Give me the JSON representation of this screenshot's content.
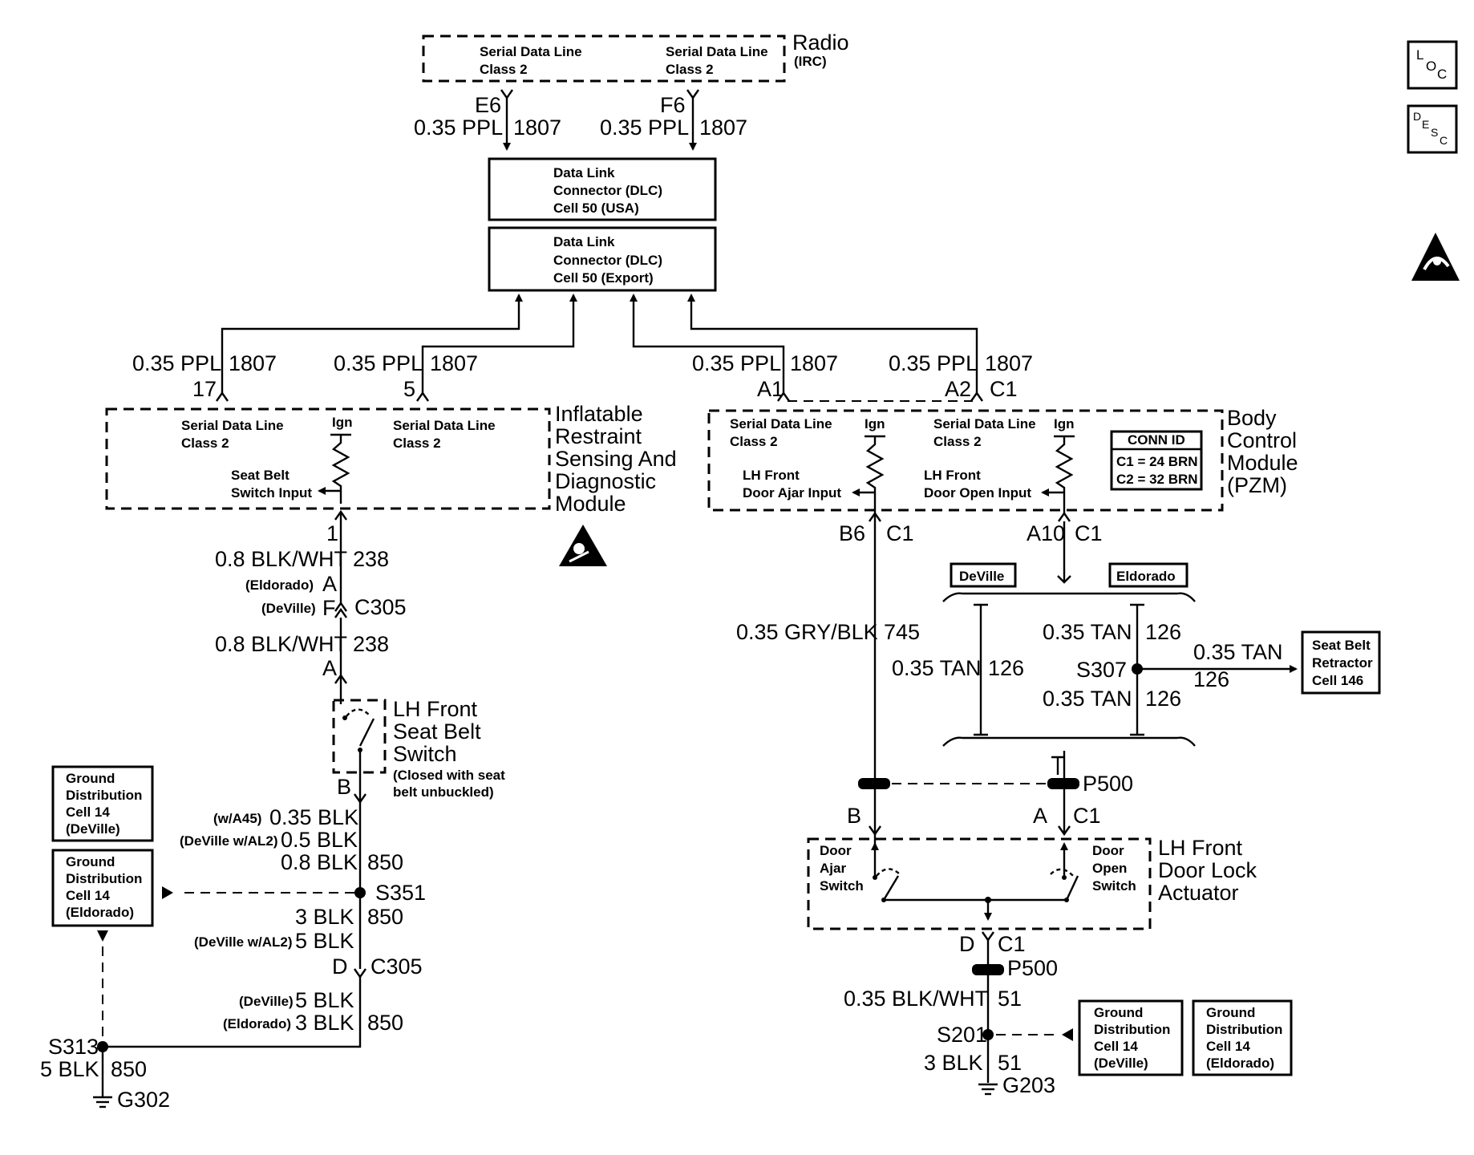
{
  "side_icons": {
    "loc": "LOC",
    "desc": "DESC",
    "esd": "esd-warning-icon"
  },
  "radio": {
    "name": "Radio",
    "sub": "(IRC)",
    "sdl1": "Serial Data Line",
    "cls1": "Class 2",
    "sdl2": "Serial Data Line",
    "cls2": "Class 2"
  },
  "radio_wires": {
    "e6": {
      "pin": "E6",
      "gauge": "0.35 PPL",
      "circuit": "1807"
    },
    "f6": {
      "pin": "F6",
      "gauge": "0.35 PPL",
      "circuit": "1807"
    }
  },
  "dlc_usa": {
    "l1": "Data Link",
    "l2": "Connector (DLC)",
    "l3": "Cell 50  (USA)"
  },
  "dlc_export": {
    "l1": "Data Link",
    "l2": "Connector (DLC)",
    "l3": "Cell 50  (Export)"
  },
  "sdm_wires": {
    "w17": {
      "gauge": "0.35 PPL",
      "circuit": "1807",
      "pin": "17"
    },
    "w5": {
      "gauge": "0.35 PPL",
      "circuit": "1807",
      "pin": "5"
    }
  },
  "bcm_wires": {
    "a1": {
      "gauge": "0.35 PPL",
      "circuit": "1807",
      "pin": "A1"
    },
    "a2": {
      "gauge": "0.35 PPL",
      "circuit": "1807",
      "pin": "A2",
      "conn": "C1"
    }
  },
  "sdm": {
    "name1": "Inflatable",
    "name2": "Restraint",
    "name3": "Sensing And",
    "name4": "Diagnostic",
    "name5": "Module",
    "sdl1": "Serial Data Line",
    "cls1": "Class 2",
    "sdl2": "Serial Data Line",
    "cls2": "Class 2",
    "ign": "Ign",
    "input1": "Seat Belt",
    "input2": "Switch Input"
  },
  "bcm": {
    "name1": "Body",
    "name2": "Control",
    "name3": "Module",
    "name4": "(PZM)",
    "sdl1": "Serial Data Line",
    "cls1": "Class 2",
    "sdl2": "Serial Data Line",
    "cls2": "Class 2",
    "ign1": "Ign",
    "ign2": "Ign",
    "in1a": "LH Front",
    "in1b": "Door Ajar Input",
    "in2a": "LH Front",
    "in2b": "Door Open Input",
    "conn_title": "CONN ID",
    "conn_c1": "C1 = 24 BRN",
    "conn_c2": "C2 = 32 BRN"
  },
  "left": {
    "pin1": "1",
    "w1_gauge": "0.8 BLK/WHT",
    "w1_circuit": "238",
    "eld_label": "(Eldorado)",
    "eld_pin": "A",
    "dev_label": "(DeVille)",
    "dev_pin": "F",
    "c305": "C305",
    "w2_gauge": "0.8 BLK/WHT",
    "w2_circuit": "238",
    "pinA": "A",
    "sw1": "LH Front",
    "sw2": "Seat Belt",
    "sw3": "Switch",
    "sw4": "(Closed with seat",
    "sw5": "belt unbuckled)",
    "pinB": "B",
    "g1_note": "(w/A45)",
    "g1": "0.35 BLK",
    "g2_note": "(DeVille w/AL2)",
    "g2": "0.5 BLK",
    "g3": "0.8 BLK",
    "g3_circuit": "850",
    "s351": "S351",
    "g4": "3 BLK",
    "g4_circuit": "850",
    "g5_note": "(DeVille w/AL2)",
    "g5": "5 BLK",
    "pinD": "D",
    "c305b": "C305",
    "g6_note": "(DeVille)",
    "g6": "5 BLK",
    "g7_note": "(Eldorado)",
    "g7": "3 BLK",
    "g7_circuit": "850",
    "s313": "S313",
    "g8": "5 BLK",
    "g8_circuit": "850",
    "g302": "G302",
    "gd1": {
      "l1": "Ground",
      "l2": "Distribution",
      "l3": "Cell 14",
      "l4": "(DeVille)"
    },
    "gd2": {
      "l1": "Ground",
      "l2": "Distribution",
      "l3": "Cell 14",
      "l4": "(Eldorado)"
    }
  },
  "right": {
    "b6": "B6",
    "b6c": "C1",
    "a10": "A10",
    "a10c": "C1",
    "deville": "DeVille",
    "eldorado": "Eldorado",
    "w745_gauge": "0.35 GRY/BLK",
    "w745": "745",
    "tan1": "0.35 TAN",
    "tan1c": "126",
    "tan_left": "0.35 TAN",
    "tan_leftc": "126",
    "s307": "S307",
    "tan2": "0.35 TAN",
    "tan2c": "126",
    "ret_gauge": "0.35 TAN",
    "ret_circuit": "126",
    "ret": {
      "l1": "Seat Belt",
      "l2": "Retractor",
      "l3": "Cell 146"
    },
    "p500": "P500",
    "pinB": "B",
    "pinA": "A",
    "pinAc": "C1",
    "act1": "LH Front",
    "act2": "Door Lock",
    "act3": "Actuator",
    "ajar1": "Door",
    "ajar2": "Ajar",
    "ajar3": "Switch",
    "open1": "Door",
    "open2": "Open",
    "open3": "Switch",
    "pinD": "D",
    "pinDc": "C1",
    "p500b": "P500",
    "w51_gauge": "0.35 BLK/WHT",
    "w51": "51",
    "s201": "S201",
    "w51b_gauge": "3 BLK",
    "w51b": "51",
    "g203": "G203",
    "gd1": {
      "l1": "Ground",
      "l2": "Distribution",
      "l3": "Cell 14",
      "l4": "(DeVille)"
    },
    "gd2": {
      "l1": "Ground",
      "l2": "Distribution",
      "l3": "Cell 14",
      "l4": "(Eldorado)"
    }
  }
}
